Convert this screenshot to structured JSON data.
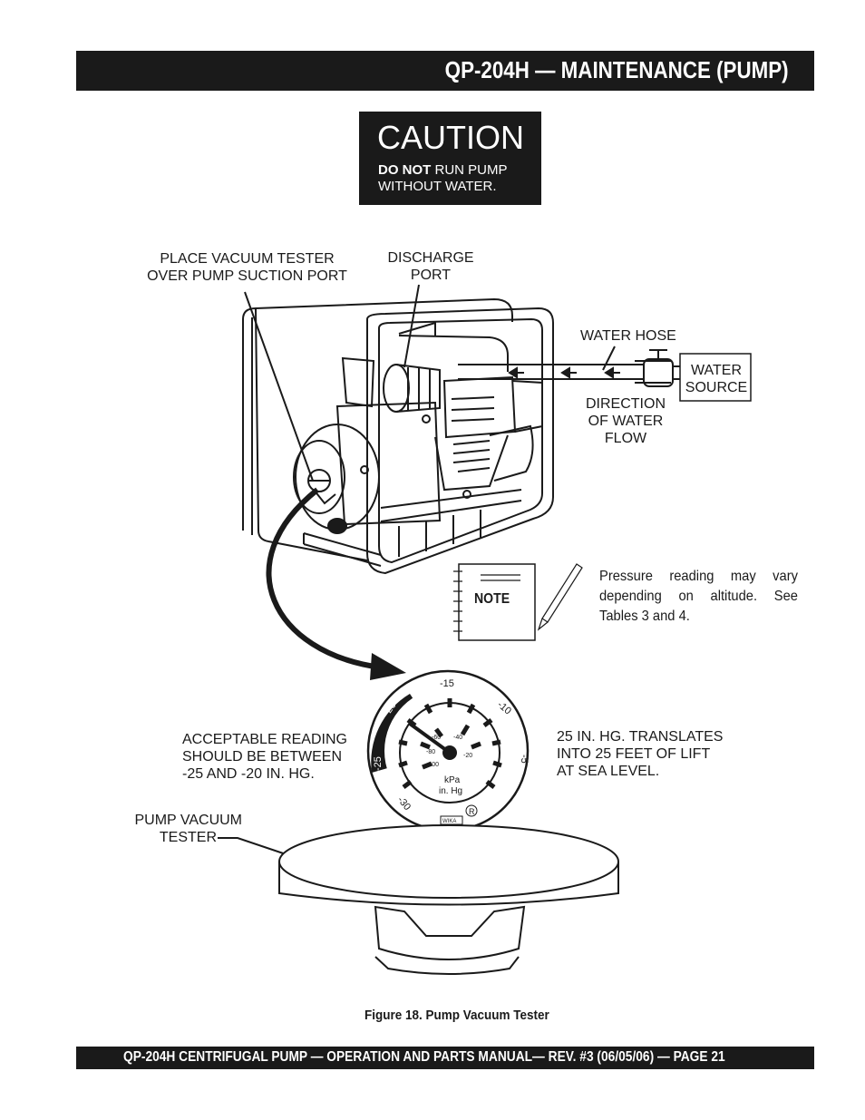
{
  "header": {
    "title": "QP-204H  — MAINTENANCE (PUMP)"
  },
  "caution": {
    "heading": "CAUTION",
    "line1_bold": "DO NOT",
    "line1_rest": " RUN PUMP",
    "line2": "WITHOUT WATER."
  },
  "labels": {
    "vacuum_tester_place_1": "PLACE VACUUM TESTER",
    "vacuum_tester_place_2": "OVER PUMP SUCTION PORT",
    "discharge_1": "DISCHARGE",
    "discharge_2": "PORT",
    "water_hose": "WATER HOSE",
    "water_source_1": "WATER",
    "water_source_2": "SOURCE",
    "direction_1": "DIRECTION",
    "direction_2": "OF WATER",
    "direction_3": "FLOW",
    "acceptable_1": "ACCEPTABLE READING",
    "acceptable_2": "SHOULD BE BETWEEN",
    "acceptable_3": "-25 AND -20 IN. HG.",
    "translates_1": "25 IN. HG. TRANSLATES",
    "translates_2": "INTO 25 FEET OF LIFT",
    "translates_3": "AT SEA LEVEL.",
    "pump_vacuum_1": "PUMP VACUUM",
    "pump_vacuum_2": "TESTER"
  },
  "note": {
    "badge": "NOTE",
    "text": "Pressure reading may vary depending on altitude. See Tables 3 and 4."
  },
  "gauge": {
    "outer_labels": [
      "-15",
      "-10",
      "-5",
      "-20",
      "-25",
      "-30"
    ],
    "inner_labels": [
      "-60",
      "-40",
      "-80",
      "-20",
      "-100"
    ],
    "unit_kpa": "kPa",
    "unit_inhg": "in. Hg",
    "brand": "WIKA",
    "registered": "R"
  },
  "figure": {
    "caption": "Figure 18. Pump Vacuum Tester"
  },
  "footer": {
    "text": "QP-204H CENTRIFUGAL PUMP — OPERATION AND PARTS  MANUAL— REV. #3  (06/05/06) — PAGE 21"
  }
}
